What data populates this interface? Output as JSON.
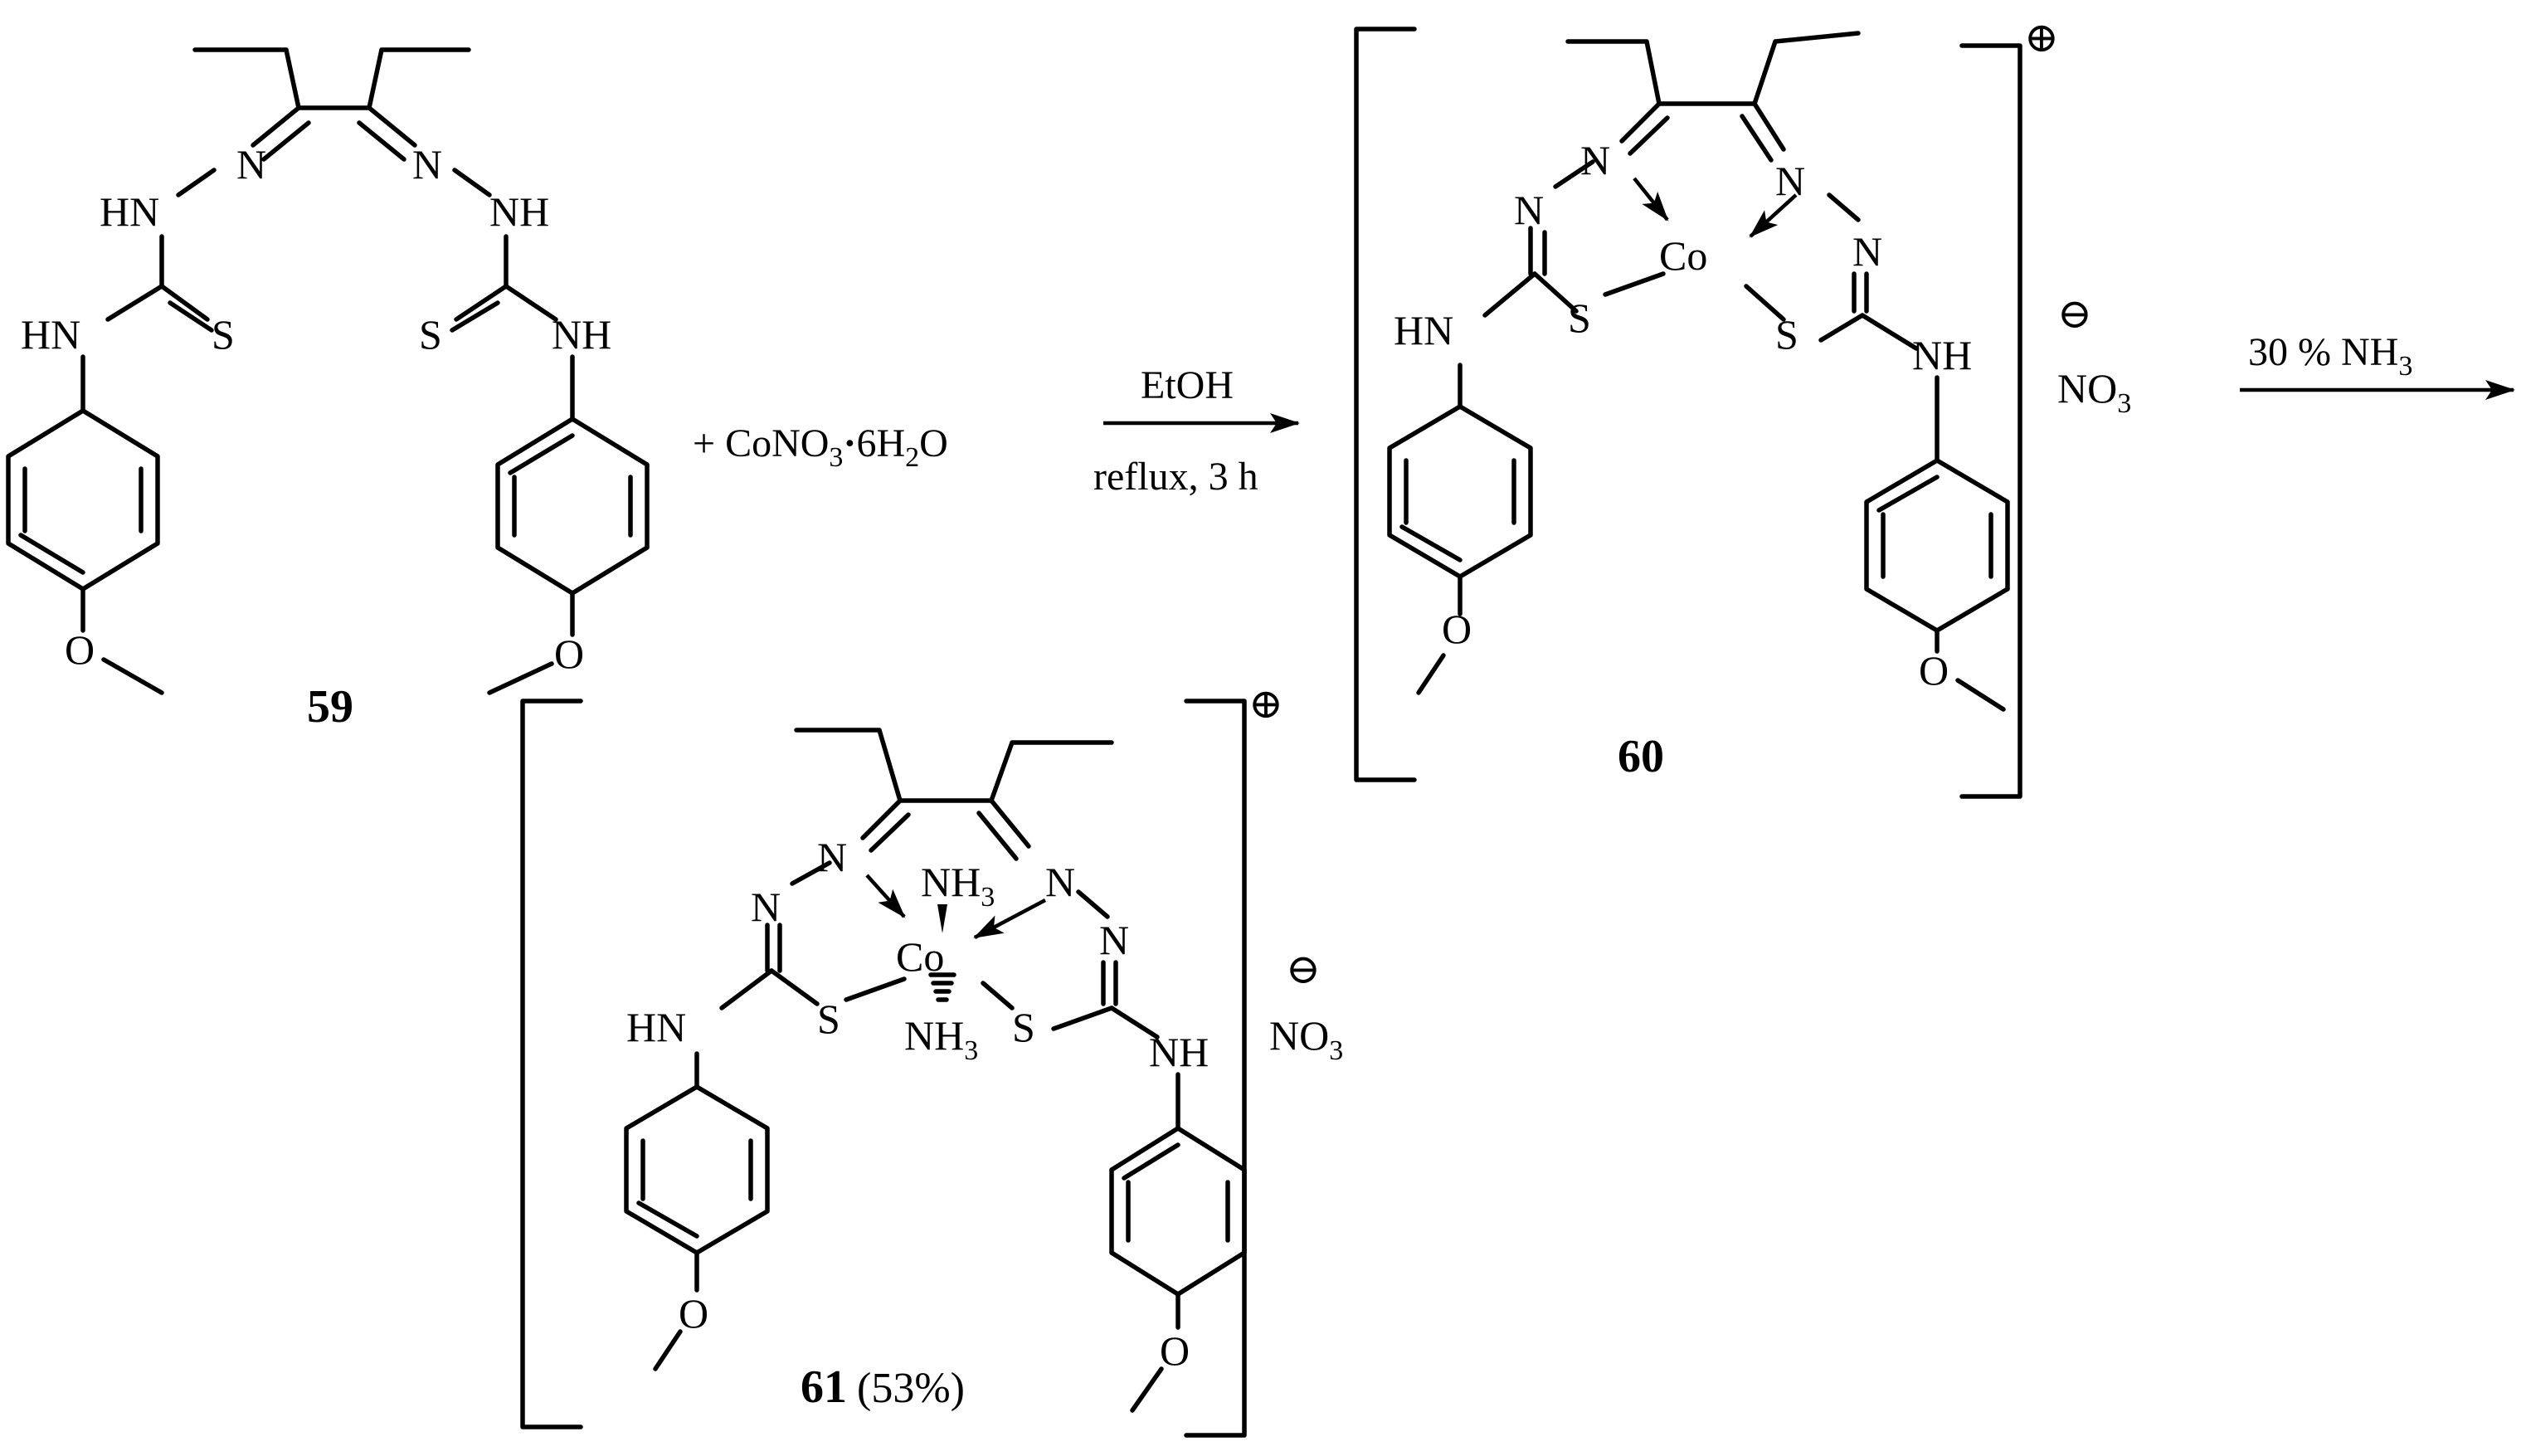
{
  "scheme": {
    "compounds": [
      {
        "id": "59",
        "label": "59"
      },
      {
        "id": "60",
        "label": "60",
        "charge": "⊕",
        "counter_ion": "NO3",
        "counter_charge": "⊖"
      },
      {
        "id": "61",
        "label": "61",
        "yield": "(53%)",
        "charge": "⊕",
        "counter_ion": "NO3",
        "counter_charge": "⊖"
      }
    ],
    "reagent": "+ CoNO3.6H2O",
    "step1": {
      "above": "EtOH",
      "below": "reflux, 3 h"
    },
    "step2": {
      "above": "30 % NH3"
    }
  },
  "atoms": {
    "N": "N",
    "HN": "HN",
    "NH": "NH",
    "S": "S",
    "O": "O",
    "Co": "Co",
    "NH3": "NH",
    "sub3": "3"
  }
}
